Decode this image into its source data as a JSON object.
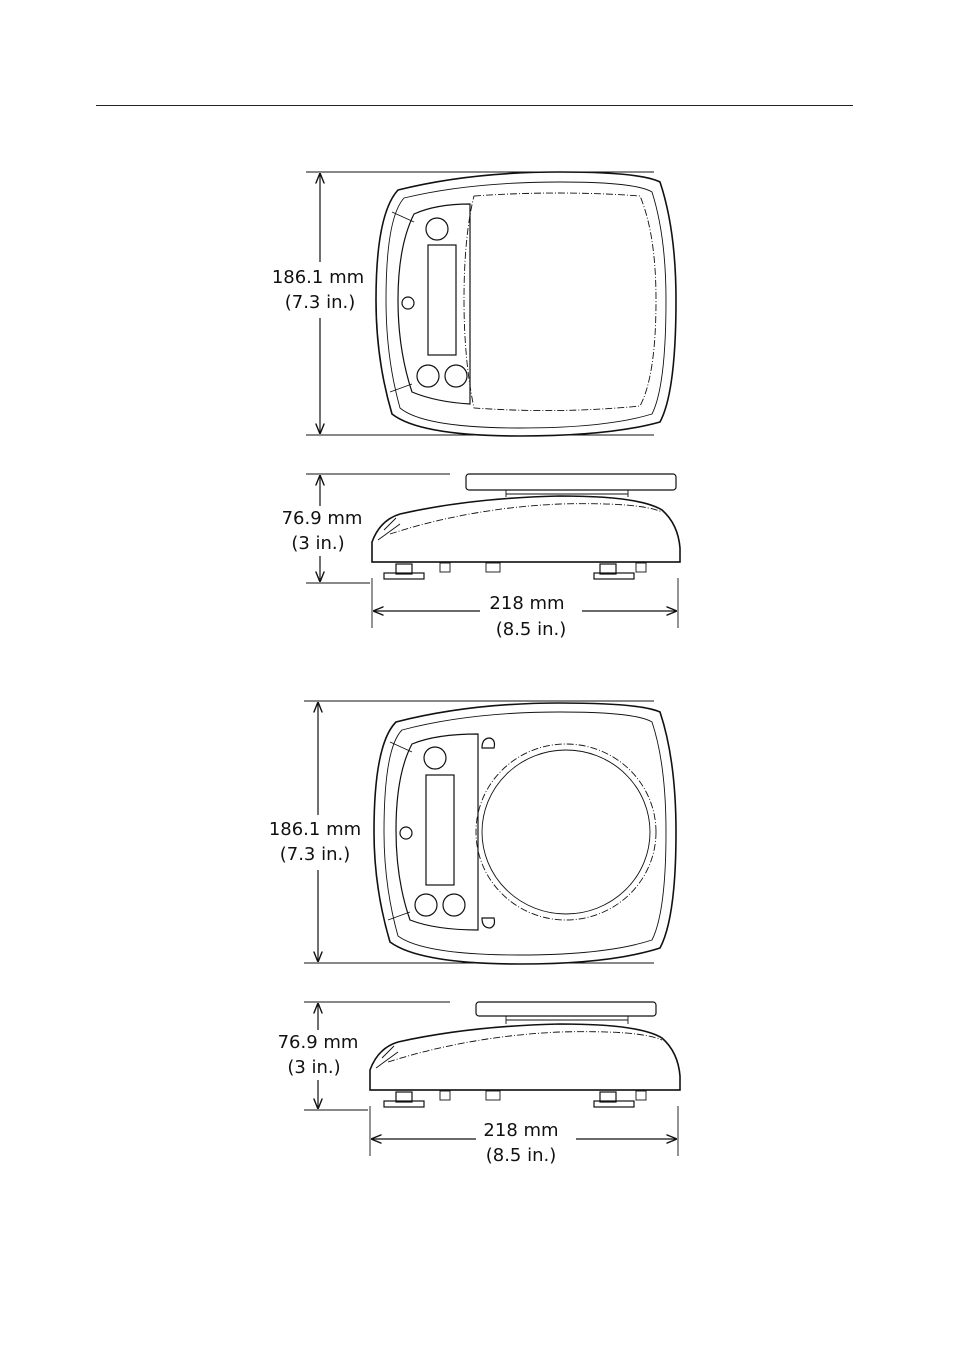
{
  "views": [
    {
      "name": "rectangular-pan-scale",
      "depth_label": {
        "line1": "186.1 mm",
        "line2": "(7.3 in.)"
      },
      "height_label": {
        "line1": "76.9 mm",
        "line2": "(3 in.)"
      },
      "width_label": {
        "line1": "218 mm",
        "line2": "(8.5 in.)"
      }
    },
    {
      "name": "round-pan-scale",
      "depth_label": {
        "line1": "186.1 mm",
        "line2": "(7.3 in.)"
      },
      "height_label": {
        "line1": "76.9 mm",
        "line2": "(3 in.)"
      },
      "width_label": {
        "line1": "218 mm",
        "line2": "(8.5 in.)"
      }
    }
  ]
}
